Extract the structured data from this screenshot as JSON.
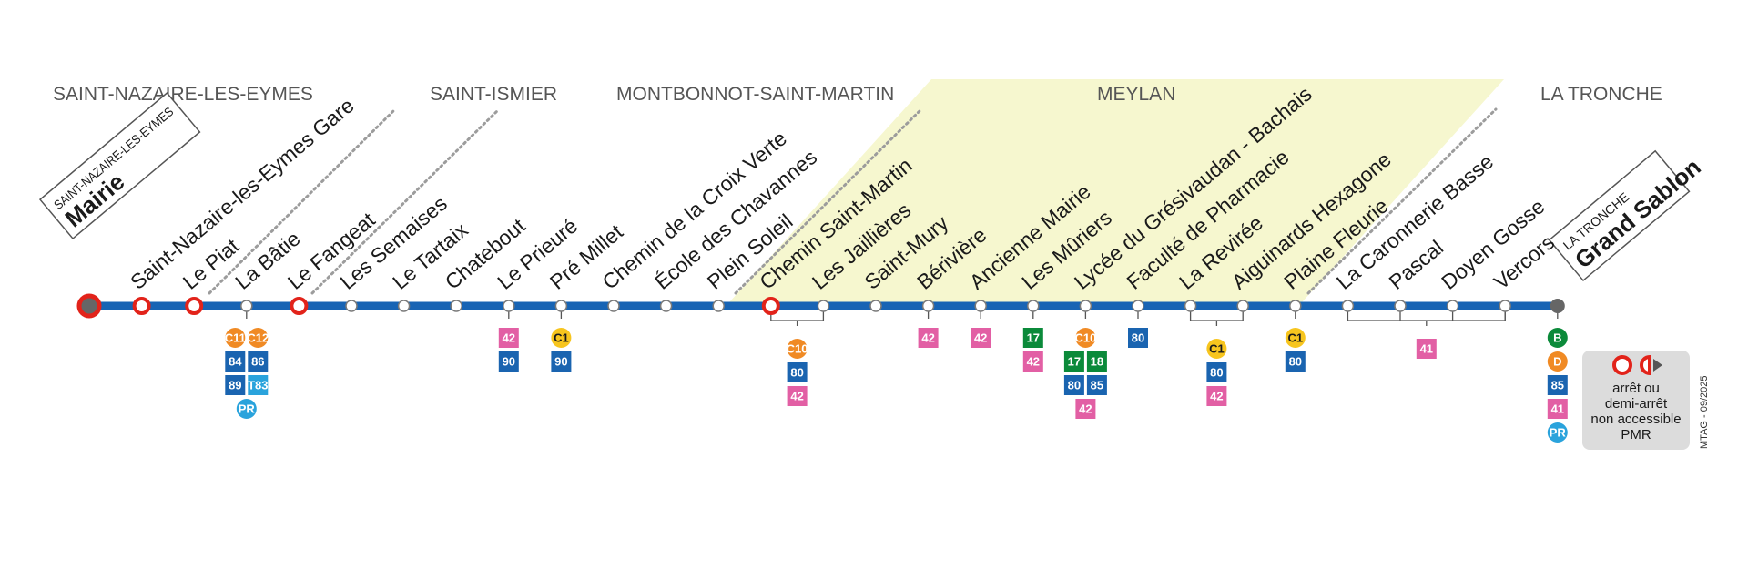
{
  "colors": {
    "line": "#1864b4",
    "accessible_ring": "#e2231a",
    "zone_fill": "#f6f7cf",
    "bus_blue": "#1a64b0",
    "pink": "#e25fa4",
    "orange": "#f08a24",
    "yellow": "#f7c51e",
    "green": "#0b8a3a",
    "cyan": "#2aa3dc",
    "gray_end": "#666666"
  },
  "communes": [
    "SAINT-NAZAIRE-LES-EYMES",
    "SAINT-ISMIER",
    "MONTBONNOT-SAINT-MARTIN",
    "MEYLAN",
    "LA TRONCHE"
  ],
  "terminus_start": {
    "town": "SAINT-NAZAIRE-LES-EYMES",
    "name": "Mairie"
  },
  "terminus_end": {
    "town": "LA TRONCHE",
    "name": "Grand Sablon"
  },
  "stops": [
    {
      "name": "Saint-Nazaire-les-Eymes Gare",
      "pmr": true
    },
    {
      "name": "Le Piat",
      "pmr": true
    },
    {
      "name": "La Bâtie",
      "pmr": false
    },
    {
      "name": "Le Fangeat",
      "pmr": true
    },
    {
      "name": "Les Semaises",
      "pmr": false
    },
    {
      "name": "Le Tartaix",
      "pmr": false
    },
    {
      "name": "Chatebout",
      "pmr": false
    },
    {
      "name": "Le Prieuré",
      "pmr": false
    },
    {
      "name": "Pré Millet",
      "pmr": false
    },
    {
      "name": "Chemin de la Croix Verte",
      "pmr": false
    },
    {
      "name": "École des Chavannes",
      "pmr": false
    },
    {
      "name": "Plein Soleil",
      "pmr": false
    },
    {
      "name": "Chemin Saint-Martin",
      "pmr": true
    },
    {
      "name": "Les Jaillières",
      "pmr": false
    },
    {
      "name": "Saint-Mury",
      "pmr": false
    },
    {
      "name": "Bérivière",
      "pmr": false
    },
    {
      "name": "Ancienne Mairie",
      "pmr": false
    },
    {
      "name": "Les Mûriers",
      "pmr": false
    },
    {
      "name": "Lycée du Grésivaudan - Bachais",
      "pmr": false
    },
    {
      "name": "Faculté de Pharmacie",
      "pmr": false
    },
    {
      "name": "La Revirée",
      "pmr": false
    },
    {
      "name": "Aiguinards Hexagone",
      "pmr": false
    },
    {
      "name": "Plaine Fleurie",
      "pmr": false
    },
    {
      "name": "La Caronnerie Basse",
      "pmr": false
    },
    {
      "name": "Pascal",
      "pmr": false
    },
    {
      "name": "Doyen Gosse",
      "pmr": false
    },
    {
      "name": "Vercors",
      "pmr": false
    }
  ],
  "connections": [
    {
      "stop": 3,
      "rows": [
        [
          {
            "t": "C11",
            "c": "orange",
            "s": "circle"
          },
          {
            "t": "C12",
            "c": "orange",
            "s": "circle"
          }
        ],
        [
          {
            "t": "84",
            "c": "bus_blue",
            "s": "square"
          },
          {
            "t": "86",
            "c": "bus_blue",
            "s": "square"
          }
        ],
        [
          {
            "t": "89",
            "c": "bus_blue",
            "s": "square"
          },
          {
            "t": "T83",
            "c": "cyan",
            "s": "square"
          }
        ],
        [
          {
            "t": "PR",
            "c": "cyan",
            "s": "circle"
          }
        ]
      ]
    },
    {
      "stop": 8,
      "rows": [
        [
          {
            "t": "42",
            "c": "pink",
            "s": "square"
          }
        ],
        [
          {
            "t": "90",
            "c": "bus_blue",
            "s": "square"
          }
        ]
      ]
    },
    {
      "stop": 9,
      "rows": [
        [
          {
            "t": "C1",
            "c": "yellow",
            "s": "circle"
          }
        ],
        [
          {
            "t": "90",
            "c": "bus_blue",
            "s": "square"
          }
        ]
      ]
    },
    {
      "stop": 13.5,
      "bracket": [
        13,
        14
      ],
      "rows": [
        [
          {
            "t": "C10",
            "c": "orange",
            "s": "circle"
          }
        ],
        [
          {
            "t": "80",
            "c": "bus_blue",
            "s": "square"
          }
        ],
        [
          {
            "t": "42",
            "c": "pink",
            "s": "square"
          }
        ]
      ]
    },
    {
      "stop": 16,
      "rows": [
        [
          {
            "t": "42",
            "c": "pink",
            "s": "square"
          }
        ]
      ]
    },
    {
      "stop": 17,
      "rows": [
        [
          {
            "t": "42",
            "c": "pink",
            "s": "square"
          }
        ]
      ]
    },
    {
      "stop": 18,
      "rows": [
        [
          {
            "t": "17",
            "c": "green",
            "s": "square"
          }
        ],
        [
          {
            "t": "42",
            "c": "pink",
            "s": "square"
          }
        ]
      ]
    },
    {
      "stop": 19,
      "rows": [
        [
          {
            "t": "C10",
            "c": "orange",
            "s": "circle"
          }
        ],
        [
          {
            "t": "17",
            "c": "green",
            "s": "square"
          },
          {
            "t": "18",
            "c": "green",
            "s": "square"
          }
        ],
        [
          {
            "t": "80",
            "c": "bus_blue",
            "s": "square"
          },
          {
            "t": "85",
            "c": "bus_blue",
            "s": "square"
          }
        ],
        [
          {
            "t": "42",
            "c": "pink",
            "s": "square"
          }
        ]
      ]
    },
    {
      "stop": 20,
      "rows": [
        [
          {
            "t": "80",
            "c": "bus_blue",
            "s": "square"
          }
        ]
      ]
    },
    {
      "stop": 21.5,
      "bracket": [
        21,
        22
      ],
      "rows": [
        [
          {
            "t": "C1",
            "c": "yellow",
            "s": "circle"
          }
        ],
        [
          {
            "t": "80",
            "c": "bus_blue",
            "s": "square"
          }
        ],
        [
          {
            "t": "42",
            "c": "pink",
            "s": "square"
          }
        ]
      ]
    },
    {
      "stop": 23,
      "rows": [
        [
          {
            "t": "C1",
            "c": "yellow",
            "s": "circle"
          }
        ],
        [
          {
            "t": "80",
            "c": "bus_blue",
            "s": "square"
          }
        ]
      ]
    },
    {
      "stop": 25.5,
      "bracket": [
        24,
        27
      ],
      "rows": [
        [
          {
            "t": "41",
            "c": "pink",
            "s": "square"
          }
        ]
      ]
    },
    {
      "stop": 28,
      "rows": [
        [
          {
            "t": "B",
            "c": "green",
            "s": "circle"
          }
        ],
        [
          {
            "t": "D",
            "c": "orange",
            "s": "circle"
          }
        ],
        [
          {
            "t": "85",
            "c": "bus_blue",
            "s": "square"
          }
        ],
        [
          {
            "t": "41",
            "c": "pink",
            "s": "square"
          }
        ],
        [
          {
            "t": "PR",
            "c": "cyan",
            "s": "circle"
          }
        ]
      ]
    }
  ],
  "legend": {
    "lines": [
      "arrêt ou",
      "demi-arrêt",
      "non accessible",
      "PMR"
    ]
  },
  "credit": "MTAG - 09/2025"
}
